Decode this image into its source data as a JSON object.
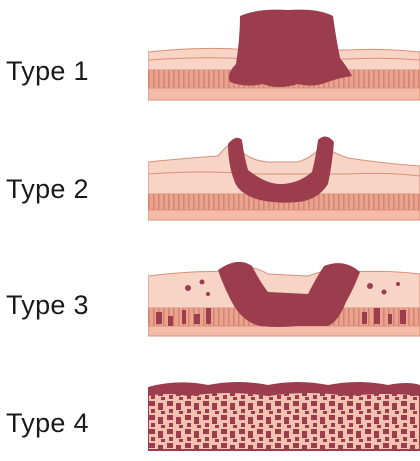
{
  "rows": [
    {
      "label": "Type 1"
    },
    {
      "label": "Type 2"
    },
    {
      "label": "Type 3"
    },
    {
      "label": "Type 4"
    }
  ],
  "colors": {
    "tumor": "#9b3d4c",
    "mucosa_light": "#f7cfc0",
    "mucosa_mid": "#f0b29f",
    "muscle": "#e9a08c",
    "muscle_stripe": "#d98b76",
    "outline": "#d88a74"
  }
}
